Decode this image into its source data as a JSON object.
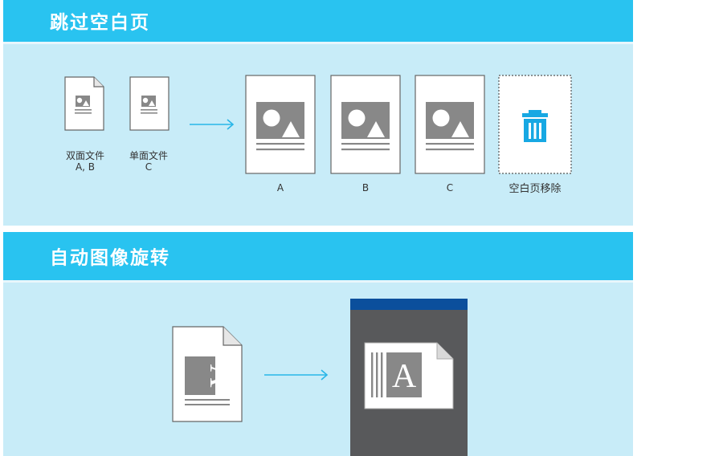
{
  "section1": {
    "title": "跳过空白页",
    "source_docs": [
      {
        "line1": "双面文件",
        "line2": "A, B"
      },
      {
        "line1": "单面文件",
        "line2": "C"
      }
    ],
    "output_pages": [
      "A",
      "B",
      "C"
    ],
    "removed_label": "空白页移除"
  },
  "section2": {
    "title": "自动图像旋转",
    "page_letter": "A"
  },
  "colors": {
    "header": "#29c3f0",
    "panel": "#c8ecf8",
    "arrow": "#29b6e8",
    "trash": "#17a8e3",
    "scanner_top": "#0b4f9c",
    "scanner_body": "#58595b"
  },
  "icons": [
    "trash-icon",
    "arrow-right-icon",
    "document-icon",
    "image-icon",
    "scanner-icon"
  ]
}
